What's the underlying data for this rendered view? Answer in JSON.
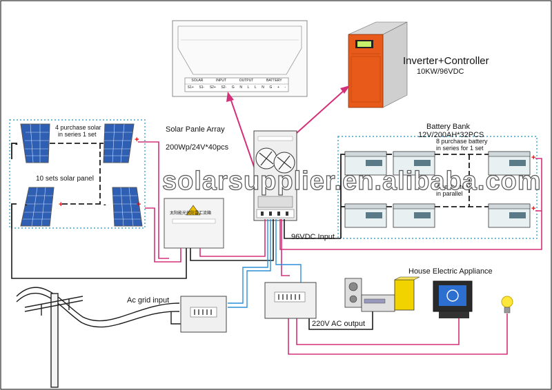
{
  "labels": {
    "inverter_title": "Inverter+Controller",
    "inverter_spec": "10KW/96VDC",
    "solar_array_title": "Solar Panle Array",
    "solar_array_spec": "200Wp/24V*40pcs",
    "solar_series_note_1": "4 purchase solar",
    "solar_series_note_2": "in series 1 set",
    "solar_sets_note": "10 sets solar panel",
    "battery_bank_title": "Battery Bank",
    "battery_bank_spec": "12V/200AH*32PCS",
    "battery_series_note_1": "8 purchase battery",
    "battery_series_note_2": "in series for 1 set",
    "battery_sets_note_1": "4 set battery",
    "battery_sets_note_2": "in parallel",
    "dc_input": "96VDC Input",
    "ac_grid_input": "Ac grid input",
    "ac_output": "220V AC output",
    "house_appliance": "House Electric Appliance",
    "watermark": "solarsupplier.en.alibaba.com",
    "combiner_label": "太阳能光伏防雷汇流箱"
  },
  "terminal_panel": {
    "groups": [
      "SOLAR",
      "INPUT",
      "OUTPUT",
      "BATTERY"
    ],
    "terminals": [
      "S1+",
      "S1-",
      "S2+",
      "S2-",
      "G",
      "N",
      "L",
      "L",
      "N",
      "G",
      "+",
      "-"
    ]
  },
  "colors": {
    "wire_pink": "#d4307a",
    "wire_black": "#1a1a1a",
    "wire_blue": "#2a8fd6",
    "dotted_frame": "#3aa6c9",
    "inverter_orange": "#e85a1a",
    "arrow_pink": "#d4307a"
  }
}
